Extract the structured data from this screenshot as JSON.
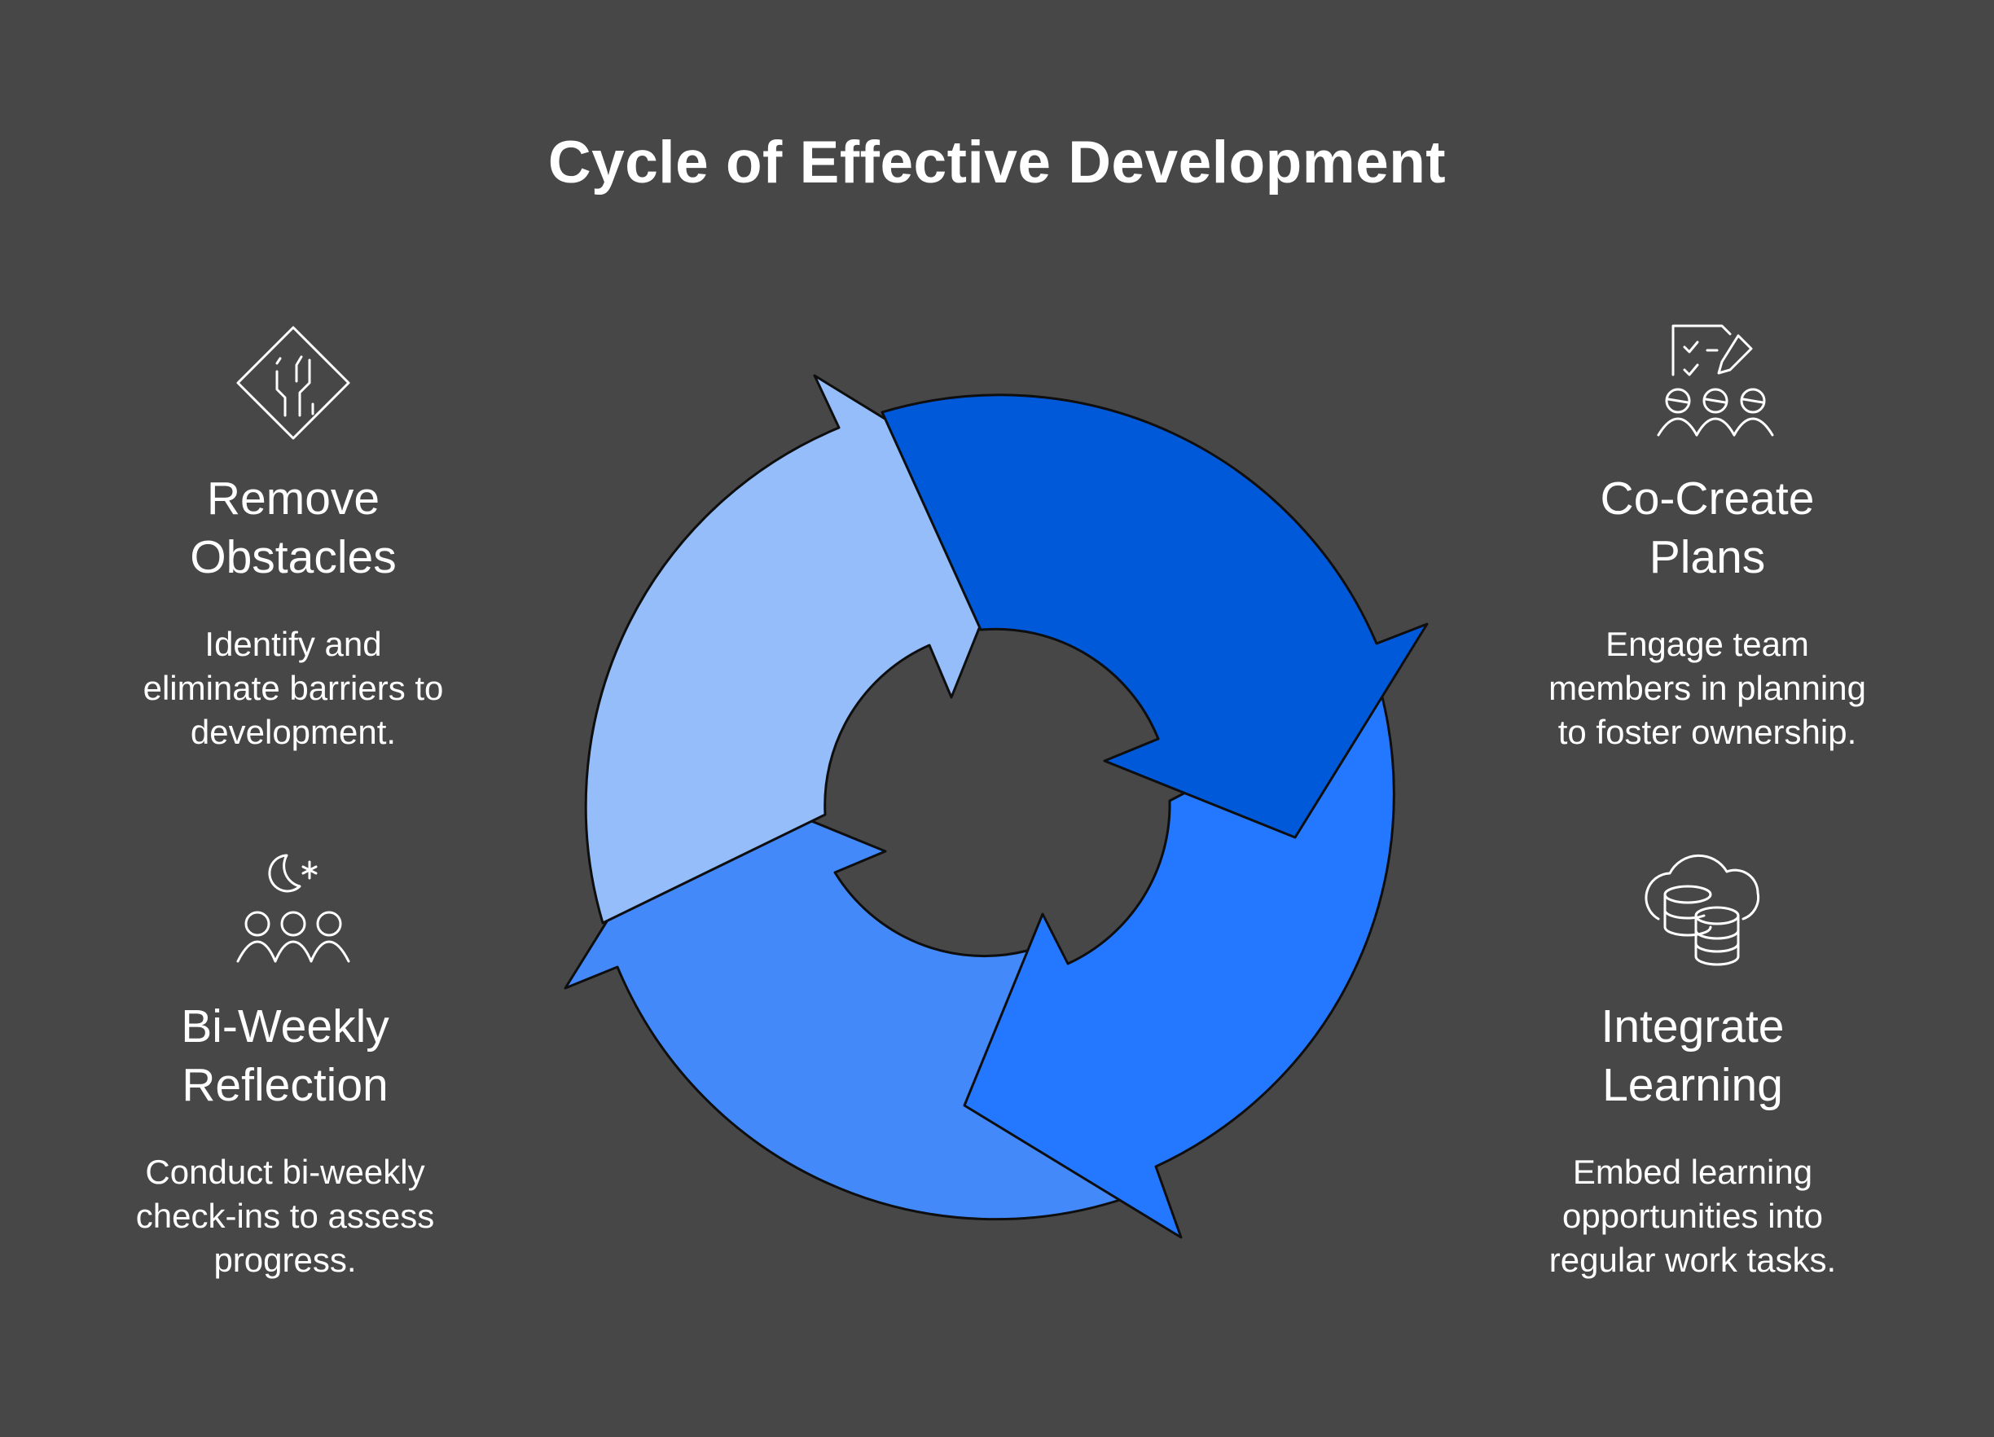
{
  "title": "Cycle of Effective Development",
  "colors": {
    "background": "#474747",
    "arrow_light": "#94BDFA",
    "arrow_dark": "#0059D9",
    "arrow_mid": "#2478FF",
    "arrow_medium": "#4489FA",
    "outline": "#0E0E0E"
  },
  "steps": [
    {
      "heading_line1": "Remove",
      "heading_line2": "Obstacles",
      "desc_line1": "Identify and",
      "desc_line2": "eliminate barriers to",
      "desc_line3": "development.",
      "icon": "road-merge-sign-icon"
    },
    {
      "heading_line1": "Co-Create",
      "heading_line2": "Plans",
      "desc_line1": "Engage team",
      "desc_line2": "members in planning",
      "desc_line3": "to foster ownership.",
      "icon": "team-planning-checklist-icon"
    },
    {
      "heading_line1": "Bi-Weekly",
      "heading_line2": "Reflection",
      "desc_line1": "Conduct bi-weekly",
      "desc_line2": "check-ins to assess",
      "desc_line3": "progress.",
      "icon": "team-moon-reflection-icon"
    },
    {
      "heading_line1": "Integrate",
      "heading_line2": "Learning",
      "desc_line1": "Embed learning",
      "desc_line2": "opportunities into",
      "desc_line3": "regular work tasks.",
      "icon": "cloud-database-icon"
    }
  ]
}
